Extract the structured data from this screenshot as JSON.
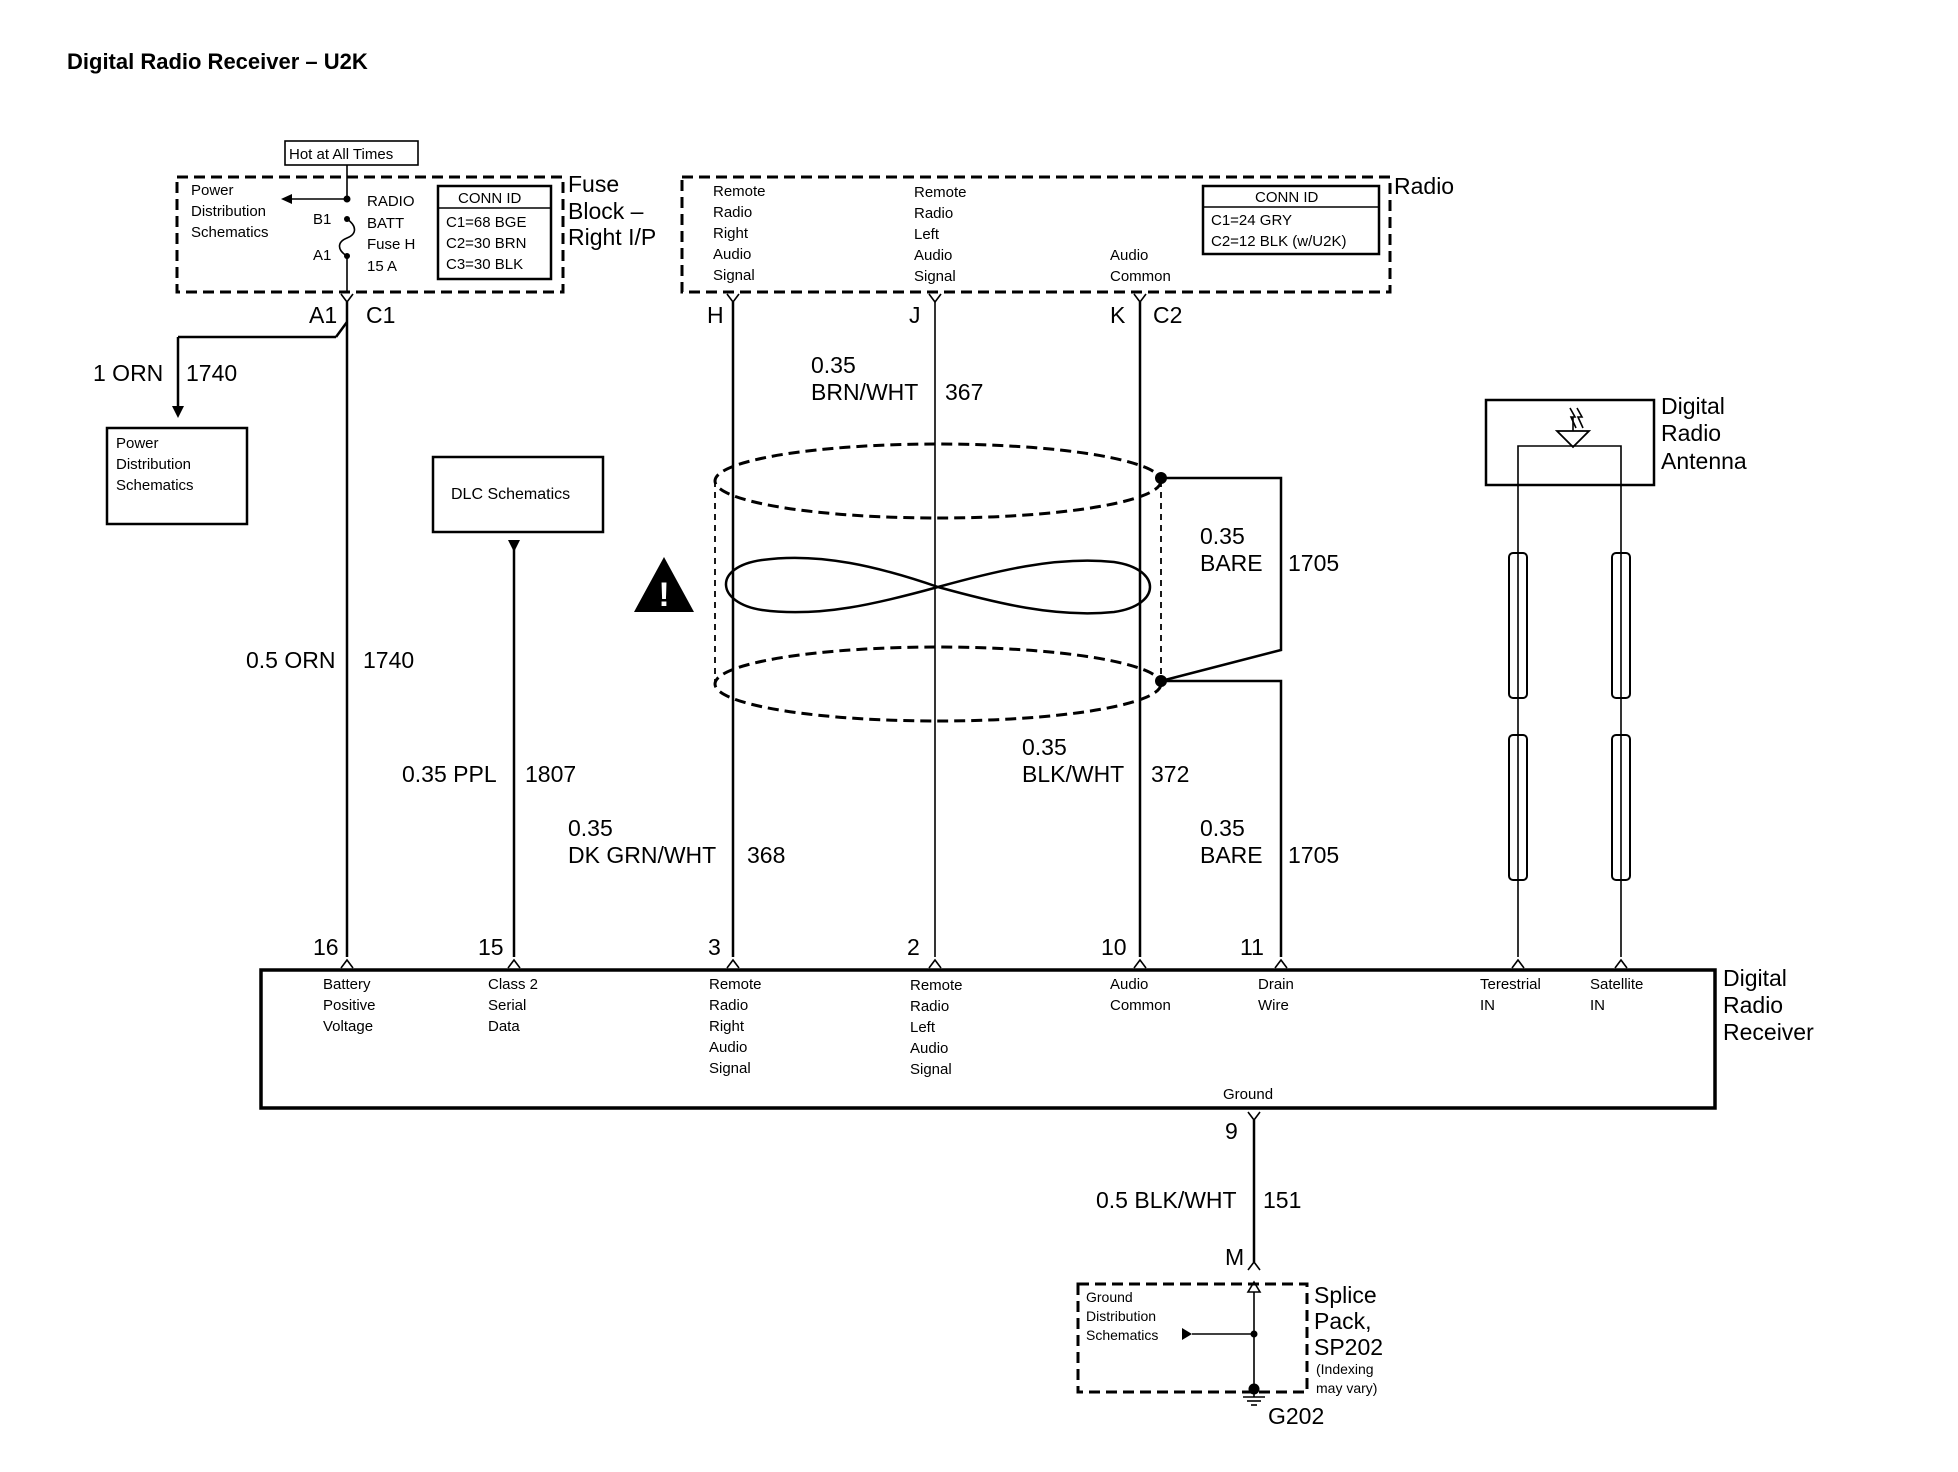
{
  "title": "Digital Radio Receiver – U2K",
  "fuse_block": {
    "hot_label": "Hot at All Times",
    "name_lines": [
      "Fuse",
      "Block –",
      "Right I/P"
    ],
    "pds_lines": [
      "Power",
      "Distribution",
      "Schematics"
    ],
    "fuse_lines": [
      "RADIO",
      "BATT",
      "Fuse H",
      "15 A"
    ],
    "pin_b1": "B1",
    "pin_a1": "A1",
    "conn_id": {
      "header": "CONN ID",
      "rows": [
        "C1=68 BGE",
        "C2=30 BRN",
        "C3=30 BLK"
      ]
    },
    "out_pin": "A1",
    "out_conn": "C1"
  },
  "radio": {
    "name": "Radio",
    "pin_labels": [
      [
        "Remote",
        "Radio",
        "Right",
        "Audio",
        "Signal"
      ],
      [
        "Remote",
        "Radio",
        "Left",
        "Audio",
        "Signal"
      ],
      [
        "Audio",
        "Common"
      ]
    ],
    "pins": [
      "H",
      "J",
      "K"
    ],
    "conn": "C2",
    "conn_id": {
      "header": "CONN ID",
      "rows": [
        "C1=24 GRY",
        "C2=12 BLK (w/U2K)"
      ]
    }
  },
  "pds_box": [
    "Power",
    "Distribution",
    "Schematics"
  ],
  "dlc_box": "DLC Schematics",
  "antenna": {
    "name_lines": [
      "Digital",
      "Radio",
      "Antenna"
    ]
  },
  "wires": [
    {
      "gauge_color": "1 ORN",
      "circuit": "1740"
    },
    {
      "gauge_color": "0.5 ORN",
      "circuit": "1740"
    },
    {
      "gauge_color": "0.35 PPL",
      "circuit": "1807"
    },
    {
      "gauge": "0.35",
      "color": "DK GRN/WHT",
      "circuit": "368"
    },
    {
      "gauge": "0.35",
      "color": "BRN/WHT",
      "circuit": "367"
    },
    {
      "gauge": "0.35",
      "color": "BLK/WHT",
      "circuit": "372"
    },
    {
      "gauge": "0.35",
      "color": "BARE",
      "circuit": "1705"
    },
    {
      "gauge": "0.35",
      "color": "BARE",
      "circuit": "1705"
    },
    {
      "gauge_color": "0.5 BLK/WHT",
      "circuit": "151"
    }
  ],
  "receiver": {
    "name_lines": [
      "Digital",
      "Radio",
      "Receiver"
    ],
    "pins": [
      {
        "num": "16",
        "lines": [
          "Battery",
          "Positive",
          "Voltage"
        ]
      },
      {
        "num": "15",
        "lines": [
          "Class 2",
          "Serial",
          "Data"
        ]
      },
      {
        "num": "3",
        "lines": [
          "Remote",
          "Radio",
          "Right",
          "Audio",
          "Signal"
        ]
      },
      {
        "num": "2",
        "lines": [
          "Remote",
          "Radio",
          "Left",
          "Audio",
          "Signal"
        ]
      },
      {
        "num": "10",
        "lines": [
          "Audio",
          "Common"
        ]
      },
      {
        "num": "11",
        "lines": [
          "Drain",
          "Wire"
        ]
      },
      {
        "num": "",
        "lines": [
          "Terestrial",
          "IN"
        ]
      },
      {
        "num": "",
        "lines": [
          "Satellite",
          "IN"
        ]
      }
    ],
    "ground_label": "Ground",
    "ground_pin": "9"
  },
  "splice": {
    "pin": "M",
    "name_lines": [
      "Splice",
      "Pack,",
      "SP202"
    ],
    "note_lines": [
      "(Indexing",
      "may vary)"
    ],
    "gds_lines": [
      "Ground",
      "Distribution",
      "Schematics"
    ],
    "ground": "G202"
  }
}
